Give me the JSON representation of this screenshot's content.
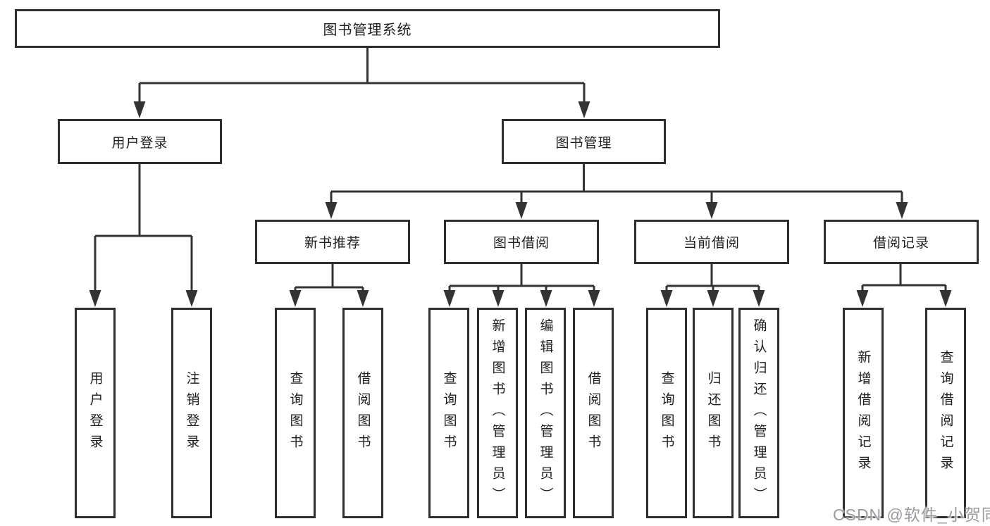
{
  "tree": {
    "root": {
      "label": "图书管理系统"
    },
    "branches": [
      {
        "label": "用户登录",
        "children": [
          {
            "label": "用户登录"
          },
          {
            "label": "注销登录"
          }
        ]
      },
      {
        "label": "图书管理",
        "children": [
          {
            "label": "新书推荐",
            "children": [
              {
                "label": "查询图书"
              },
              {
                "label": "借阅图书"
              }
            ]
          },
          {
            "label": "图书借阅",
            "children": [
              {
                "label": "查询图书"
              },
              {
                "label": "新增图书（管理员）"
              },
              {
                "label": "编辑图书（管理员）"
              },
              {
                "label": "借阅图书"
              }
            ]
          },
          {
            "label": "当前借阅",
            "children": [
              {
                "label": "查询图书"
              },
              {
                "label": "归还图书"
              },
              {
                "label": "确认归还（管理员）"
              }
            ]
          },
          {
            "label": "借阅记录",
            "children": [
              {
                "label": "新增借阅记录"
              },
              {
                "label": "查询借阅记录"
              }
            ]
          }
        ]
      }
    ]
  },
  "watermark": {
    "text": "CSDN @软件_小贺同学",
    "color": "#9b9ba0"
  },
  "colors": {
    "line": "#333333",
    "box_border": "#2e2e2e",
    "text": "#1f1f1f",
    "background": "#ffffff"
  }
}
